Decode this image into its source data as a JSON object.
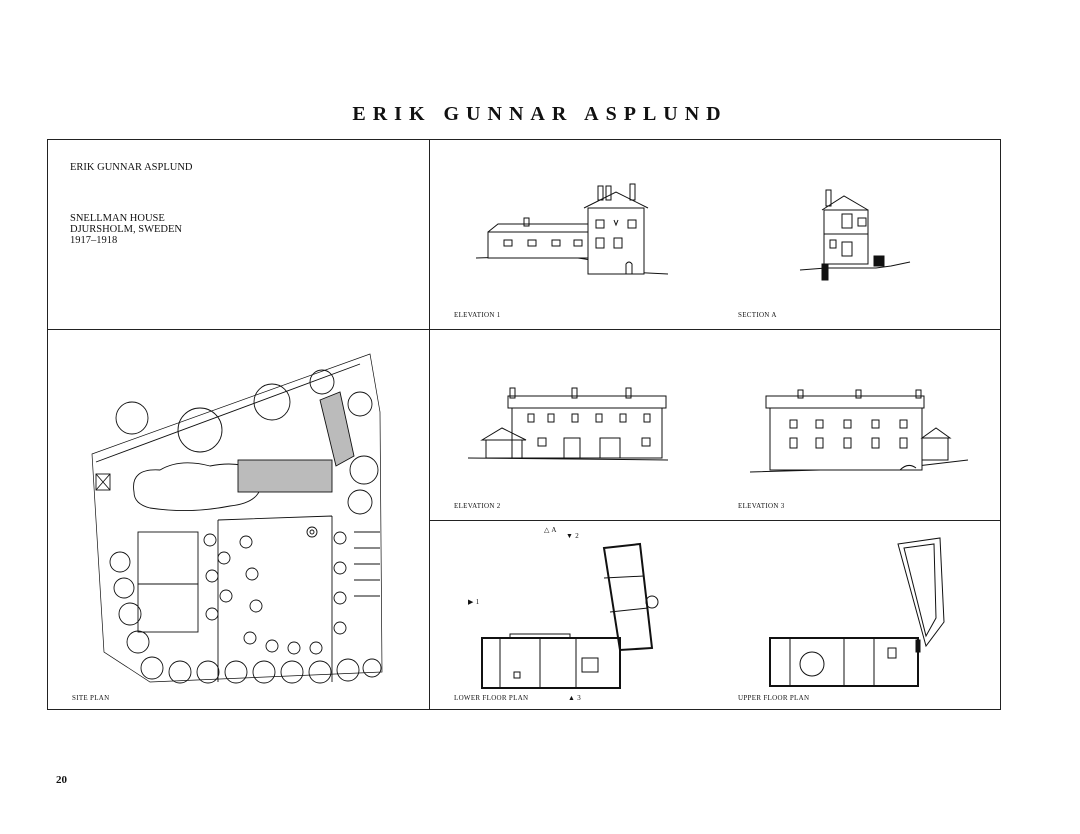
{
  "page": {
    "title": "ERIK GUNNAR ASPLUND",
    "page_number": "20"
  },
  "info": {
    "architect": "ERIK GUNNAR ASPLUND",
    "project": "SNELLMAN HOUSE",
    "location": "DJURSHOLM, SWEDEN",
    "years": "1917–1918"
  },
  "captions": {
    "elevation_1": "ELEVATION 1",
    "section_a": "SECTION A",
    "site_plan": "SITE PLAN",
    "elevation_2": "ELEVATION 2",
    "elevation_3": "ELEVATION 3",
    "lower_floor_plan": "LOWER FLOOR PLAN",
    "upper_floor_plan": "UPPER FLOOR PLAN"
  },
  "markers": {
    "marker_a": "A",
    "marker_1": "1",
    "marker_2": "2",
    "marker_3": "3"
  }
}
